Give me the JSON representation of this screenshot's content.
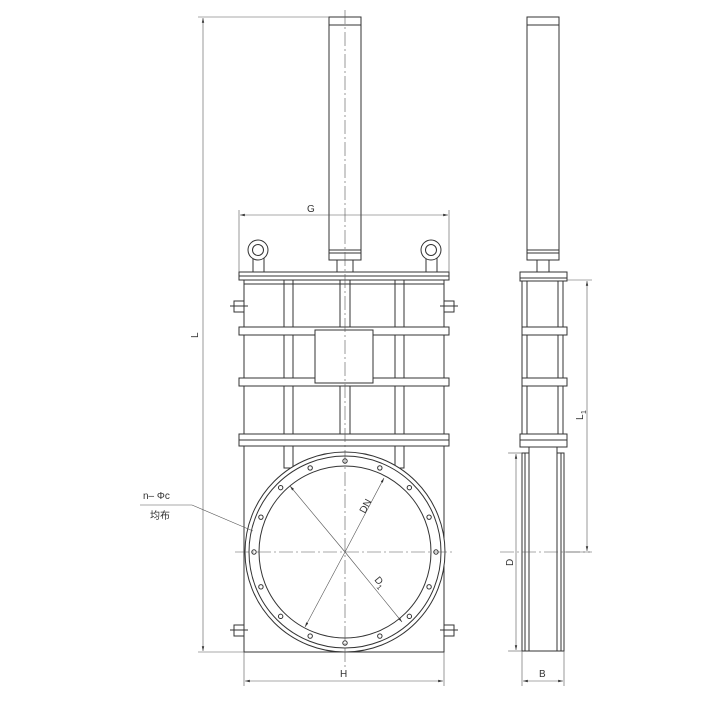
{
  "labels": {
    "G": "G",
    "L": "L",
    "H": "H",
    "DN": "DN",
    "D1": "D",
    "D1_sub": "1",
    "n_phi_c": "n– Φc",
    "uniform": "均布",
    "L1": "L",
    "L1_sub": "1",
    "D": "D",
    "B": "B"
  }
}
